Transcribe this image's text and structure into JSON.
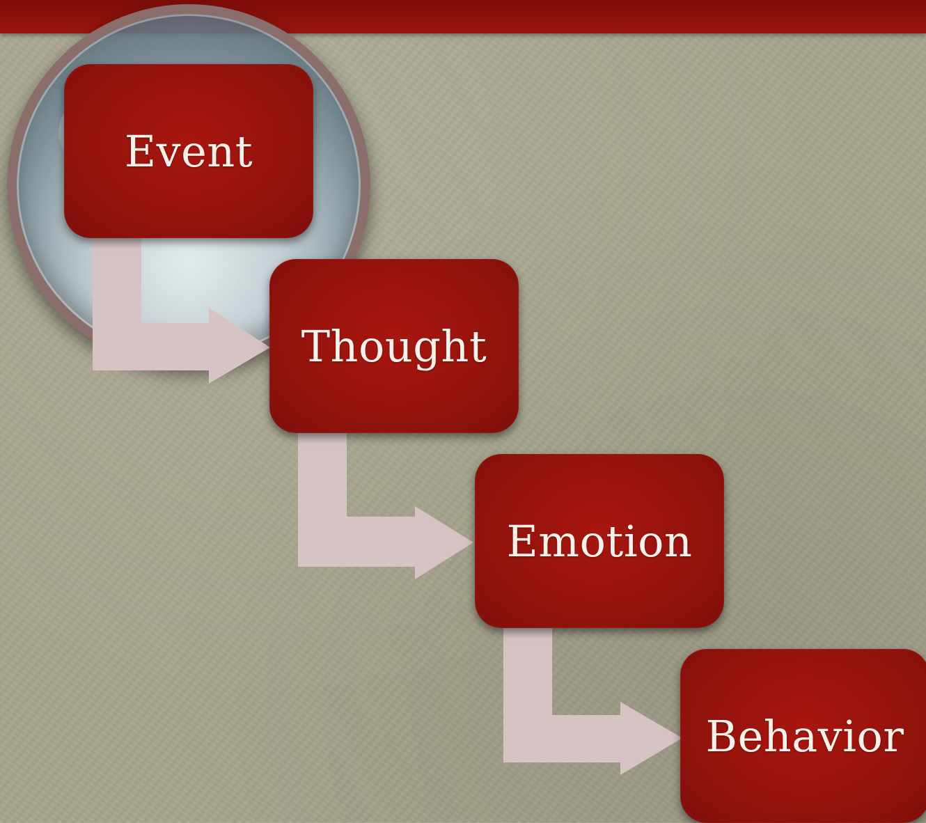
{
  "diagram": {
    "steps": [
      {
        "label": "Event"
      },
      {
        "label": "Thought"
      },
      {
        "label": "Emotion"
      },
      {
        "label": "Behavior"
      }
    ],
    "colors": {
      "box_fill": "#9b140e",
      "arrow_fill": "#d6c3c3",
      "background": "#a6a48e",
      "band": "#8b110b"
    }
  }
}
